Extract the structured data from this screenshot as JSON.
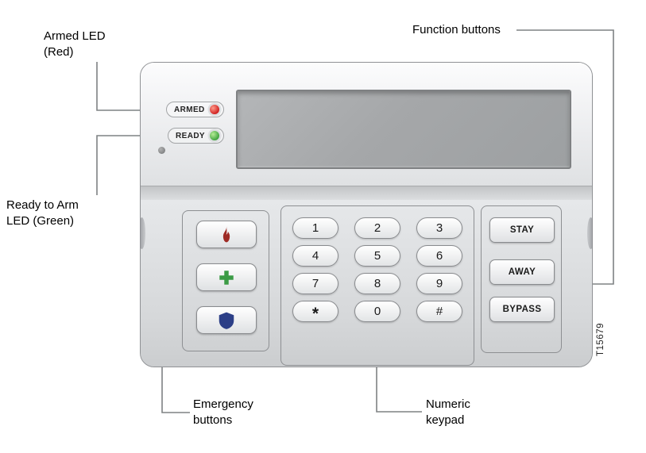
{
  "callouts": {
    "armed_led": "Armed LED\n(Red)",
    "function_buttons": "Function buttons",
    "ready_led": "Ready to Arm\nLED (Green)",
    "emergency_buttons": "Emergency\nbuttons",
    "numeric_keypad": "Numeric\nkeypad",
    "figure_code": "T15679"
  },
  "device": {
    "leds": [
      {
        "label": "ARMED",
        "color": "#cf1f1f"
      },
      {
        "label": "READY",
        "color": "#3fa33f"
      }
    ],
    "emergency_keys": [
      {
        "name": "fire",
        "icon": "flame-icon",
        "color": "#9e2b25"
      },
      {
        "name": "medical",
        "icon": "medical-cross-icon",
        "color": "#3b9b45"
      },
      {
        "name": "police",
        "icon": "police-shield-icon",
        "color": "#2c3f87"
      }
    ],
    "numeric_keys": [
      "1",
      "2",
      "3",
      "4",
      "5",
      "6",
      "7",
      "8",
      "9",
      "*",
      "0",
      "#"
    ],
    "function_keys": [
      "STAY",
      "AWAY",
      "BYPASS"
    ]
  }
}
